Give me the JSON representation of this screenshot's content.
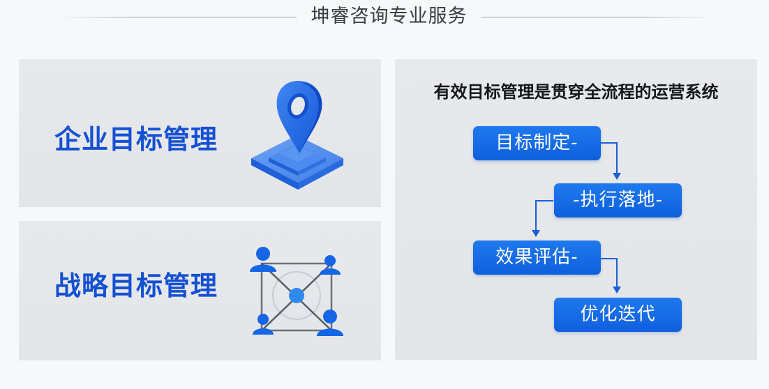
{
  "header": {
    "title": "坤睿咨询专业服务"
  },
  "left_panels": [
    {
      "label": "企业目标管理",
      "icon": "location-pin-icon"
    },
    {
      "label": "战略目标管理",
      "icon": "network-people-icon"
    }
  ],
  "right_panel": {
    "title": "有效目标管理是贯穿全流程的运营系统",
    "steps": [
      {
        "label": "目标制定-"
      },
      {
        "label": "-执行落地-"
      },
      {
        "label": "效果评估-"
      },
      {
        "label": "优化迭代"
      }
    ]
  },
  "colors": {
    "primary_blue": "#1450d2",
    "step_blue": "#1668e3",
    "panel_bg": "#e5e7eb",
    "page_bg": "#f7f8fa"
  }
}
